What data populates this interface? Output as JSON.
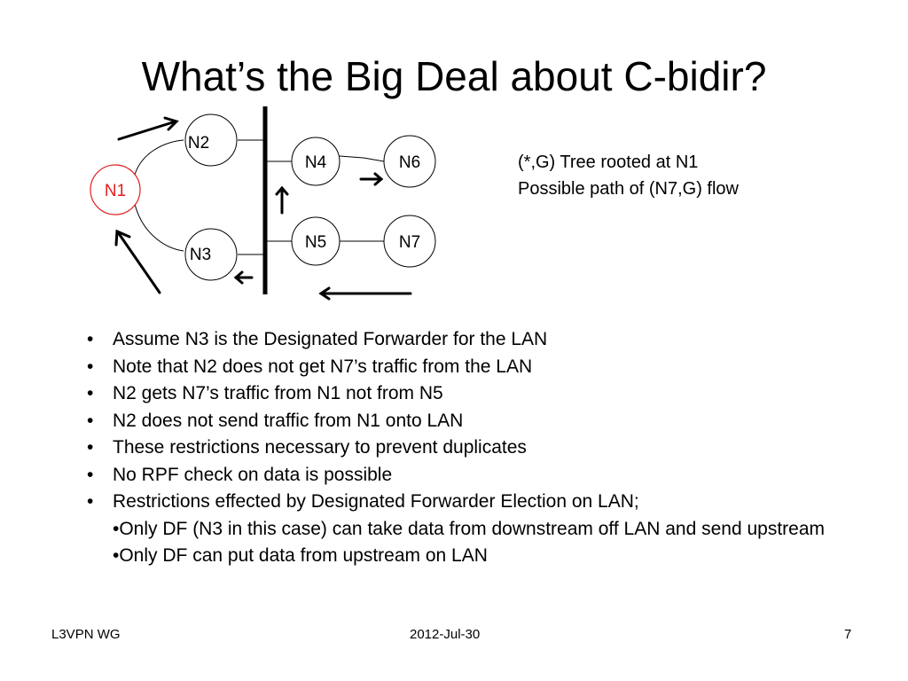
{
  "slide": {
    "title": "What’s the Big Deal about C-bidir?"
  },
  "diagram": {
    "nodes": [
      {
        "id": "n1",
        "label": "N1",
        "color": "#e02020"
      },
      {
        "id": "n2",
        "label": "N2",
        "color": "#000000"
      },
      {
        "id": "n3",
        "label": "N3",
        "color": "#000000"
      },
      {
        "id": "n4",
        "label": "N4",
        "color": "#000000"
      },
      {
        "id": "n5",
        "label": "N5",
        "color": "#000000"
      },
      {
        "id": "n6",
        "label": "N6",
        "color": "#000000"
      },
      {
        "id": "n7",
        "label": "N7",
        "color": "#000000"
      }
    ],
    "legend": [
      "(*,G) Tree rooted at N1",
      "Possible path of (N7,G) flow"
    ]
  },
  "bullets": [
    "Assume N3 is the Designated Forwarder for the LAN",
    "Note that N2 does not get N7’s traffic from the LAN",
    "N2 gets N7’s traffic from N1 not from N5",
    "N2 does not send traffic from N1 onto LAN",
    "These restrictions necessary to prevent duplicates",
    "No RPF check on data is possible",
    "Restrictions effected by Designated Forwarder Election on LAN;"
  ],
  "sub_bullets": [
    "•Only DF (N3 in this case) can take data from downstream off LAN and send upstream",
    "•Only DF can put data from upstream on LAN"
  ],
  "bullet_glyph": "•",
  "footer": {
    "left": "L3VPN WG",
    "center": "2012-Jul-30",
    "right": "7"
  }
}
